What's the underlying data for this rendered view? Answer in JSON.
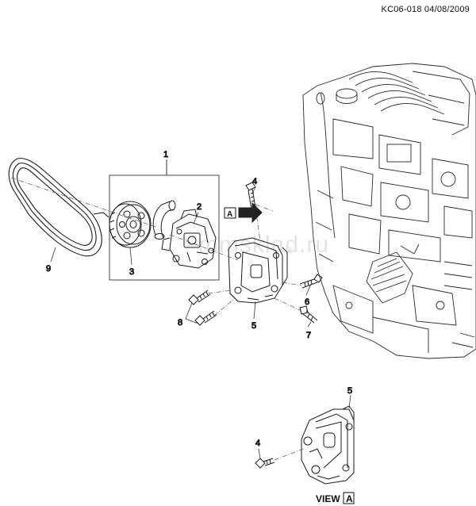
{
  "header": {
    "diagram_code": "KC06-018 04/08/2009"
  },
  "watermark": {
    "text": "mmsklad.ru"
  },
  "callouts": {
    "c1": "1",
    "c2": "2",
    "c3": "3",
    "c4": "4",
    "c5": "5",
    "c6": "6",
    "c7": "7",
    "c8": "8",
    "c9": "9",
    "c4_view": "4",
    "c5_view": "5"
  },
  "view_ref": {
    "letter": "A"
  },
  "view_label": {
    "text": "VIEW",
    "letter": "A"
  }
}
